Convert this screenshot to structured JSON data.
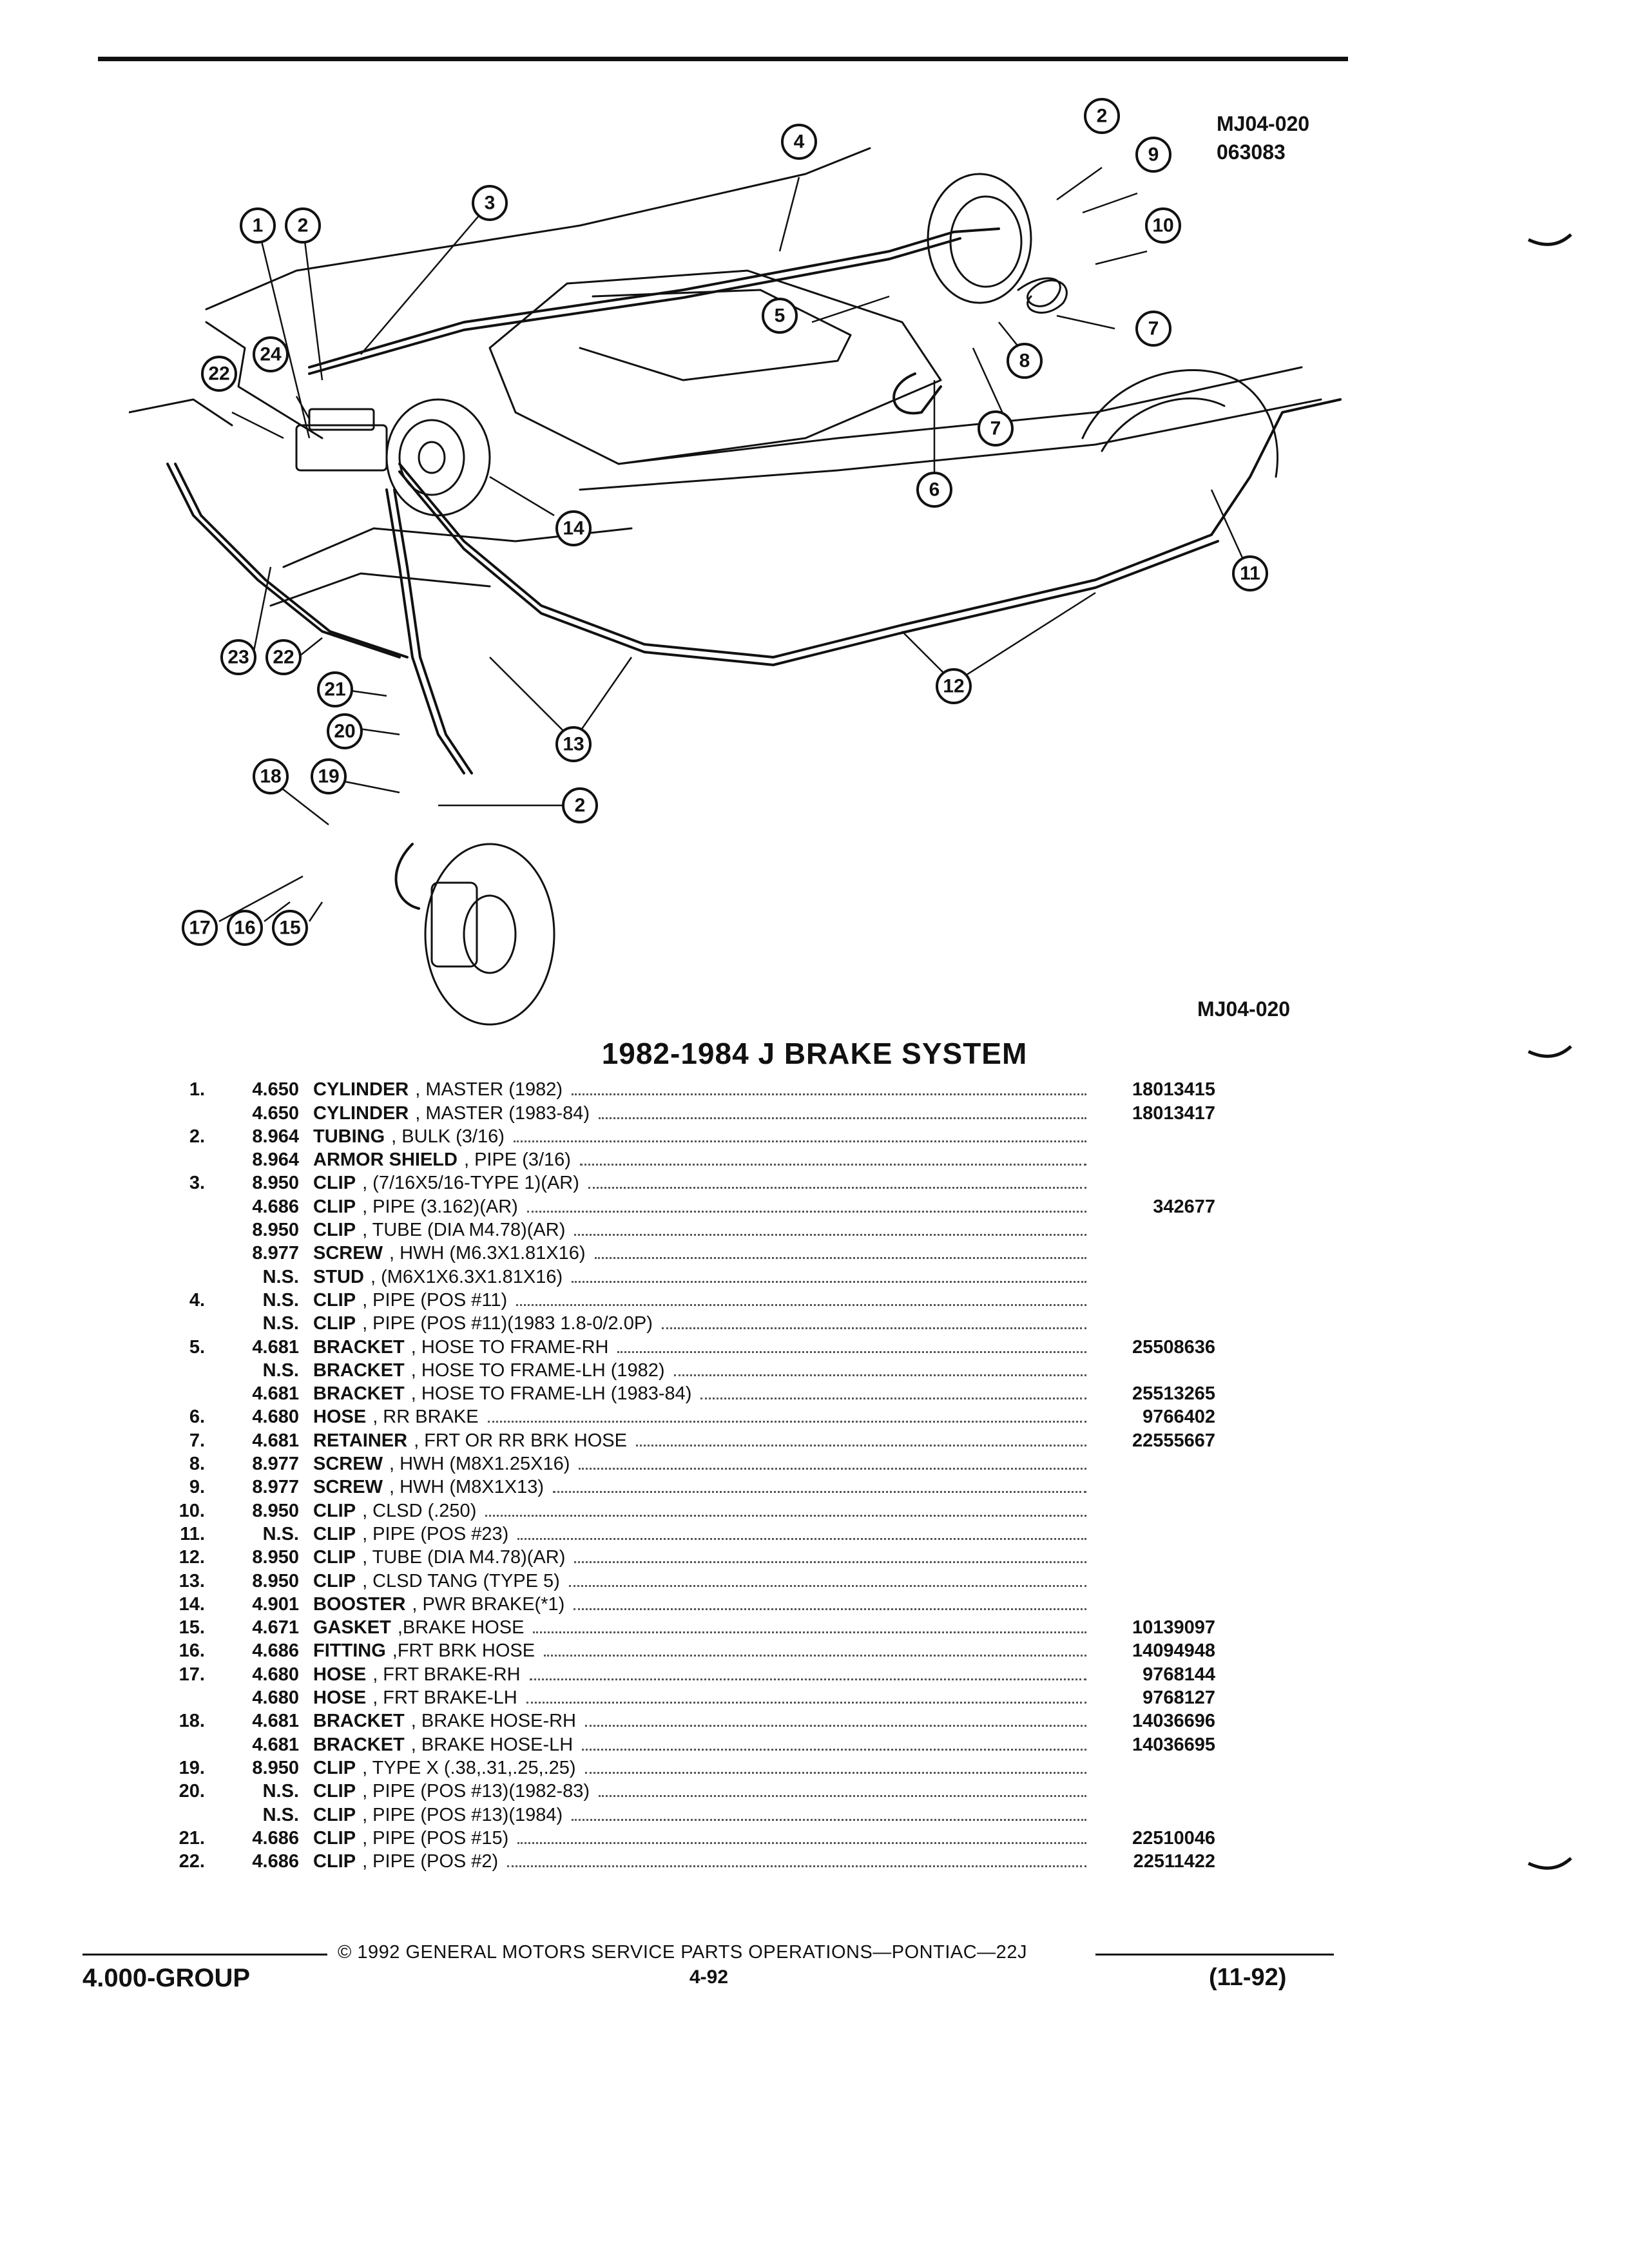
{
  "diagram": {
    "code_top": "MJ04-020",
    "date_code": "063083",
    "code_bottom": "MJ04-020",
    "callouts": [
      "1",
      "2",
      "3",
      "4",
      "2",
      "9",
      "10",
      "5",
      "8",
      "7",
      "22",
      "24",
      "7",
      "6",
      "14",
      "11",
      "23",
      "22",
      "21",
      "20",
      "13",
      "12",
      "18",
      "19",
      "2",
      "17",
      "16",
      "15"
    ]
  },
  "title": "1982-1984 J BRAKE SYSTEM",
  "parts": [
    {
      "index": "1.",
      "page": "4.650",
      "name": "CYLINDER",
      "desc": ", MASTER (1982)",
      "part_no": "18013415"
    },
    {
      "index": "",
      "page": "4.650",
      "name": "CYLINDER",
      "desc": ", MASTER (1983-84)",
      "part_no": "18013417"
    },
    {
      "index": "2.",
      "page": "8.964",
      "name": "TUBING",
      "desc": ", BULK (3/16)",
      "part_no": ""
    },
    {
      "index": "",
      "page": "8.964",
      "name": "ARMOR SHIELD",
      "desc": ", PIPE (3/16)",
      "part_no": ""
    },
    {
      "index": "3.",
      "page": "8.950",
      "name": "CLIP",
      "desc": ", (7/16X5/16-TYPE 1)(AR)",
      "part_no": ""
    },
    {
      "index": "",
      "page": "4.686",
      "name": "CLIP",
      "desc": ", PIPE (3.162)(AR)",
      "part_no": "342677"
    },
    {
      "index": "",
      "page": "8.950",
      "name": "CLIP",
      "desc": ", TUBE (DIA M4.78)(AR)",
      "part_no": ""
    },
    {
      "index": "",
      "page": "8.977",
      "name": "SCREW",
      "desc": ", HWH (M6.3X1.81X16)",
      "part_no": ""
    },
    {
      "index": "",
      "page": "N.S.",
      "name": "STUD",
      "desc": ", (M6X1X6.3X1.81X16)",
      "part_no": ""
    },
    {
      "index": "4.",
      "page": "N.S.",
      "name": "CLIP",
      "desc": ", PIPE (POS #11)",
      "part_no": ""
    },
    {
      "index": "",
      "page": "N.S.",
      "name": "CLIP",
      "desc": ", PIPE (POS #11)(1983 1.8-0/2.0P)",
      "part_no": ""
    },
    {
      "index": "5.",
      "page": "4.681",
      "name": "BRACKET",
      "desc": ", HOSE TO FRAME-RH",
      "part_no": "25508636"
    },
    {
      "index": "",
      "page": "N.S.",
      "name": "BRACKET",
      "desc": ", HOSE TO FRAME-LH (1982)",
      "part_no": ""
    },
    {
      "index": "",
      "page": "4.681",
      "name": "BRACKET",
      "desc": ", HOSE TO FRAME-LH (1983-84)",
      "part_no": "25513265"
    },
    {
      "index": "6.",
      "page": "4.680",
      "name": "HOSE",
      "desc": ", RR BRAKE",
      "part_no": "9766402"
    },
    {
      "index": "7.",
      "page": "4.681",
      "name": "RETAINER",
      "desc": ", FRT OR RR BRK HOSE",
      "part_no": "22555667"
    },
    {
      "index": "8.",
      "page": "8.977",
      "name": "SCREW",
      "desc": ", HWH (M8X1.25X16)",
      "part_no": ""
    },
    {
      "index": "9.",
      "page": "8.977",
      "name": "SCREW",
      "desc": ", HWH (M8X1X13)",
      "part_no": ""
    },
    {
      "index": "10.",
      "page": "8.950",
      "name": "CLIP",
      "desc": ", CLSD (.250)",
      "part_no": ""
    },
    {
      "index": "11.",
      "page": "N.S.",
      "name": "CLIP",
      "desc": ", PIPE (POS #23)",
      "part_no": ""
    },
    {
      "index": "12.",
      "page": "8.950",
      "name": "CLIP",
      "desc": ", TUBE (DIA M4.78)(AR)",
      "part_no": ""
    },
    {
      "index": "13.",
      "page": "8.950",
      "name": "CLIP",
      "desc": ", CLSD TANG (TYPE 5)",
      "part_no": ""
    },
    {
      "index": "14.",
      "page": "4.901",
      "name": "BOOSTER",
      "desc": ", PWR BRAKE(*1)",
      "part_no": ""
    },
    {
      "index": "15.",
      "page": "4.671",
      "name": "GASKET",
      "desc": ",BRAKE HOSE",
      "part_no": "10139097"
    },
    {
      "index": "16.",
      "page": "4.686",
      "name": "FITTING",
      "desc": ",FRT BRK HOSE",
      "part_no": "14094948"
    },
    {
      "index": "17.",
      "page": "4.680",
      "name": "HOSE",
      "desc": ", FRT BRAKE-RH",
      "part_no": "9768144"
    },
    {
      "index": "",
      "page": "4.680",
      "name": "HOSE",
      "desc": ", FRT BRAKE-LH",
      "part_no": "9768127"
    },
    {
      "index": "18.",
      "page": "4.681",
      "name": "BRACKET",
      "desc": ", BRAKE HOSE-RH",
      "part_no": "14036696"
    },
    {
      "index": "",
      "page": "4.681",
      "name": "BRACKET",
      "desc": ", BRAKE HOSE-LH",
      "part_no": "14036695"
    },
    {
      "index": "19.",
      "page": "8.950",
      "name": "CLIP",
      "desc": ", TYPE X (.38,.31,.25,.25)",
      "part_no": ""
    },
    {
      "index": "20.",
      "page": "N.S.",
      "name": "CLIP",
      "desc": ", PIPE (POS #13)(1982-83)",
      "part_no": ""
    },
    {
      "index": "",
      "page": "N.S.",
      "name": "CLIP",
      "desc": ", PIPE (POS #13)(1984)",
      "part_no": ""
    },
    {
      "index": "21.",
      "page": "4.686",
      "name": "CLIP",
      "desc": ", PIPE (POS #15)",
      "part_no": "22510046"
    },
    {
      "index": "22.",
      "page": "4.686",
      "name": "CLIP",
      "desc": ", PIPE (POS #2)",
      "part_no": "22511422"
    }
  ],
  "footer": {
    "copyright": "© 1992 GENERAL MOTORS SERVICE PARTS OPERATIONS—PONTIAC—22J",
    "group": "4.000-GROUP",
    "page": "4-92",
    "date": "(11-92)"
  }
}
